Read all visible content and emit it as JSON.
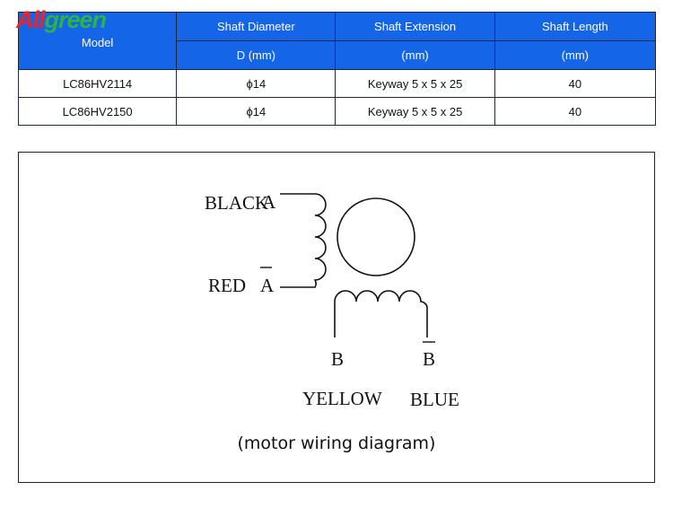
{
  "brand": {
    "logo_part1": "All",
    "logo_part2": "green"
  },
  "table": {
    "headers": {
      "model": "Model",
      "diameter": "Shaft Diameter",
      "diameter_unit": "D (mm)",
      "extension": "Shaft Extension",
      "extension_unit": "(mm)",
      "length": "Shaft Length",
      "length_unit": "(mm)"
    },
    "rows": [
      {
        "model": "LC86HV2114",
        "diameter": "ϕ14",
        "extension": "Keyway 5 x 5 x 25",
        "length": "40"
      },
      {
        "model": "LC86HV2150",
        "diameter": "ϕ14",
        "extension": "Keyway 5 x 5 x 25",
        "length": "40"
      }
    ]
  },
  "diagram": {
    "labels": {
      "black": "BLACK",
      "red": "RED",
      "a": "A",
      "a_bar": "A",
      "b": "B",
      "b_bar": "B",
      "yellow": "YELLOW",
      "blue": "BLUE"
    },
    "caption": "(motor wiring diagram)"
  }
}
